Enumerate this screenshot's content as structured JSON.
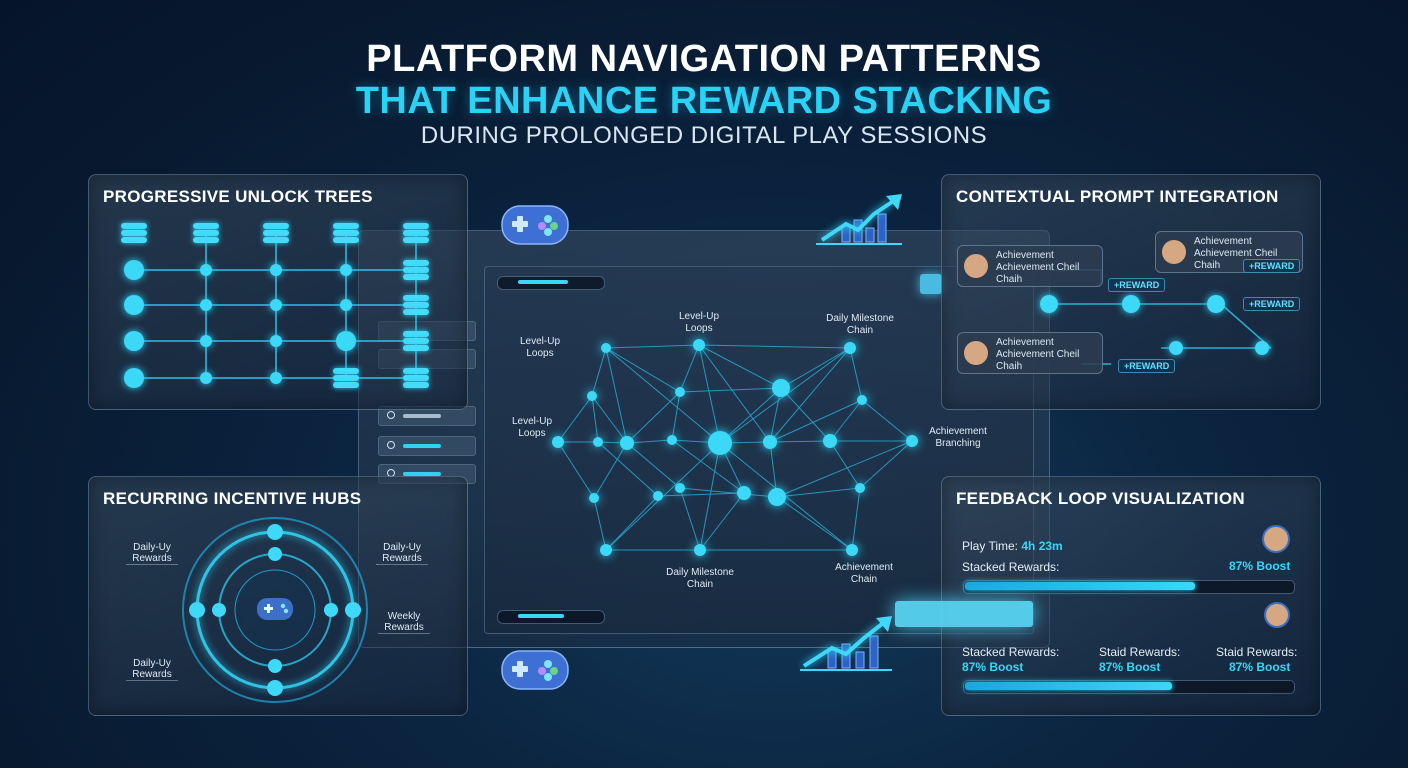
{
  "header": {
    "title_line1": "PLATFORM NAVIGATION PATTERNS",
    "title_line2": "THAT ENHANCE REWARD STACKING",
    "subtitle": "DURING PROLONGED DIGITAL PLAY SESSIONS"
  },
  "panels": {
    "unlock_trees": {
      "title": "PROGRESSIVE UNLOCK TREES"
    },
    "incentive_hubs": {
      "title": "RECURRING INCENTIVE HUBS",
      "labels": [
        "Daily-Uy\nRewards",
        "Daily-Uy\nRewards",
        "Weekly\nRewards",
        "Daily-Uy\nRewards"
      ]
    },
    "prompt_integration": {
      "title": "CONTEXTUAL PROMPT INTEGRATION",
      "cards": [
        {
          "line1": "Achievement",
          "line2": "Achievement Cheil",
          "line3": "Chaih"
        },
        {
          "line1": "Achievement",
          "line2": "Achievement Cheil",
          "line3": "Chaih"
        },
        {
          "line1": "Achievement",
          "line2": "Achievement Cheil",
          "line3": "Chaih"
        }
      ],
      "reward_tag": "+REWARD"
    },
    "feedback_loop": {
      "title": "FEEDBACK LOOP VISUALIZATION",
      "play_time_label": "Play Time:",
      "play_time_value": "4h 23m",
      "stacked_label": "Stacked Rewards:",
      "boost_value": "87% Boost",
      "bar1_progress": 0.7,
      "bottom": [
        {
          "label": "Stacked Rewards:",
          "value": "87% Boost"
        },
        {
          "label": "Staid Rewards:",
          "value": "87% Boost"
        },
        {
          "label": "Staid Rewards:",
          "value": "87% Boost"
        }
      ],
      "bar2_progress": 0.63
    }
  },
  "network": {
    "labels": [
      "Level-Up\nLoops",
      "Daily Milestone\nChain",
      "Level-Up\nLoops",
      "Level-Up\nLoops",
      "Achievement\nBranching",
      "Daily Milestone\nChain",
      "Achievement\nChain"
    ]
  },
  "colors": {
    "accent": "#2ad3f5",
    "title_white": "#ffffff",
    "bg": "#0b2440"
  }
}
